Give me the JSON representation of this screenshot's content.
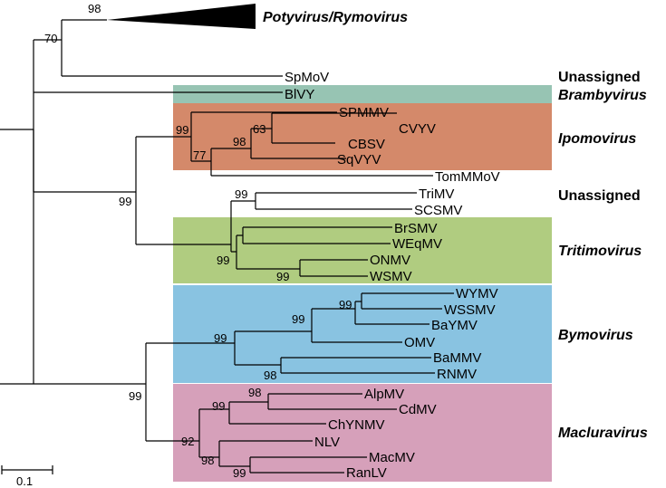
{
  "collapsed_clade": {
    "label": "Potyvirus/Rymovirus",
    "bootstrap": "98"
  },
  "groups": [
    {
      "id": "unassigned-1",
      "label": "Unassigned",
      "italic": false,
      "color": ""
    },
    {
      "id": "brambyvirus",
      "label": "Brambyvirus",
      "italic": true,
      "color": "#97c4b3"
    },
    {
      "id": "ipomovirus",
      "label": "Ipomovirus",
      "italic": true,
      "color": "#d4896a"
    },
    {
      "id": "unassigned-2",
      "label": "Unassigned",
      "italic": false,
      "color": ""
    },
    {
      "id": "tritimovirus",
      "label": "Tritimovirus",
      "italic": true,
      "color": "#b0cc80"
    },
    {
      "id": "bymovirus",
      "label": "Bymovirus",
      "italic": true,
      "color": "#89c3e1"
    },
    {
      "id": "macluravirus",
      "label": "Macluravirus",
      "italic": true,
      "color": "#d6a0ba"
    }
  ],
  "taxa": [
    "SpMoV",
    "BlVY",
    "SPMMV",
    "CVYV",
    "CBSV",
    "SqVYV",
    "TomMMoV",
    "TriMV",
    "SCSMV",
    "BrSMV",
    "WEqMV",
    "ONMV",
    "WSMV",
    "WYMV",
    "WSSMV",
    "BaYMV",
    "OMV",
    "BaMMV",
    "RNMV",
    "AlpMV",
    "CdMV",
    "ChYNMV",
    "NLV",
    "MacMV",
    "RanLV"
  ],
  "bootstrap_values": [
    "70",
    "99",
    "63",
    "98",
    "77",
    "99",
    "99",
    "99",
    "99",
    "99",
    "99",
    "98",
    "99",
    "99",
    "98",
    "99",
    "92",
    "98",
    "99"
  ],
  "scale_bar": {
    "label": "0.1"
  }
}
